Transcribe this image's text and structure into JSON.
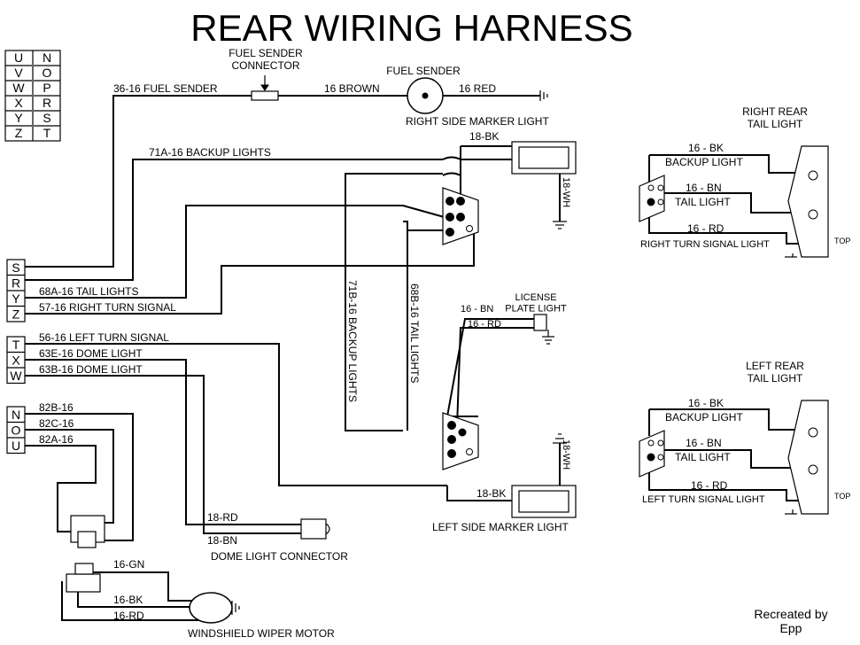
{
  "title": "REAR WIRING HARNESS",
  "credit": "Recreated by\nEpp",
  "legend": {
    "col1": [
      "U",
      "V",
      "W",
      "X",
      "Y",
      "Z"
    ],
    "col2": [
      "N",
      "O",
      "P",
      "R",
      "S",
      "T"
    ]
  },
  "connectors": {
    "srzy": [
      "S",
      "R",
      "Y",
      "Z"
    ],
    "txw": [
      "T",
      "X",
      "W"
    ],
    "nou": [
      "N",
      "O",
      "U"
    ]
  },
  "labels": {
    "fuel_sender_connector": "FUEL SENDER\nCONNECTOR",
    "fuel_sender": "FUEL SENDER",
    "wire_36_16": "36-16 FUEL SENDER",
    "wire_16_brown": "16 BROWN",
    "wire_16_red": "16 RED",
    "right_side_marker": "RIGHT SIDE MARKER LIGHT",
    "wire_18_bk_top": "18-BK",
    "wire_18_wh_top": "18-WH",
    "wire_71a": "71A-16 BACKUP LIGHTS",
    "wire_68a": "68A-16 TAIL LIGHTS",
    "wire_57": "57-16 RIGHT TURN SIGNAL",
    "wire_56": "56-16 LEFT TURN SIGNAL",
    "wire_63e": "63E-16 DOME LIGHT",
    "wire_63b": "63B-16 DOME LIGHT",
    "wire_82b": "82B-16",
    "wire_82c": "82C-16",
    "wire_82a": "82A-16",
    "wire_71b": "71B-16 BACKUP LIGHTS",
    "wire_68b": "68B-16 TAIL LIGHTS",
    "license_plate": "LICENSE\nPLATE LIGHT",
    "wire_16_bn_lp": "16 - BN",
    "wire_16_rd_lp": "16 - RD",
    "wire_18_wh_bot": "18-WH",
    "wire_18_bk_bot": "18-BK",
    "left_side_marker": "LEFT SIDE MARKER LIGHT",
    "wire_18_rd_dome": "18-RD",
    "wire_18_bn_dome": "18-BN",
    "dome_light_connector": "DOME LIGHT CONNECTOR",
    "wire_16_gn": "16-GN",
    "wire_16_bk_wiper": "16-BK",
    "wire_16_rd_wiper": "16-RD",
    "windshield_wiper_motor": "WINDSHIELD WIPER MOTOR",
    "right_rear_tail": "RIGHT REAR\nTAIL LIGHT",
    "rr_16_bk": "16 - BK",
    "rr_backup": "BACKUP LIGHT",
    "rr_16_bn": "16 - BN",
    "rr_tail": "TAIL LIGHT",
    "rr_16_rd": "16 - RD",
    "rr_turn": "RIGHT TURN SIGNAL LIGHT",
    "rr_top": "TOP",
    "left_rear_tail": "LEFT REAR\nTAIL LIGHT",
    "lr_16_bk": "16 - BK",
    "lr_backup": "BACKUP LIGHT",
    "lr_16_bn": "16 - BN",
    "lr_tail": "TAIL LIGHT",
    "lr_16_rd": "16 - RD",
    "lr_turn": "LEFT TURN SIGNAL LIGHT",
    "lr_top": "TOP"
  }
}
